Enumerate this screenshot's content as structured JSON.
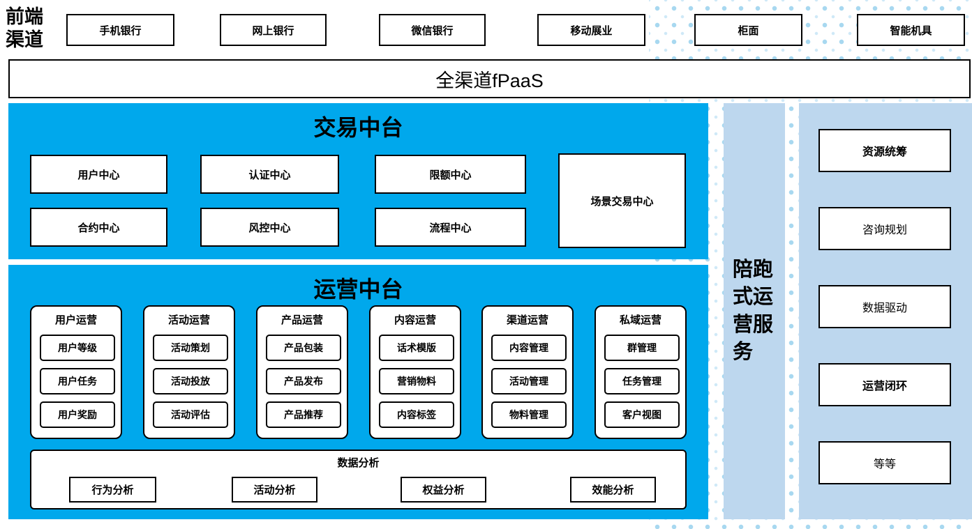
{
  "colors": {
    "platform_blue": "#00a8ec",
    "light_blue": "#bdd7ee",
    "dot_blue": "#a8d8f0",
    "box_border": "#000000"
  },
  "front_channels": {
    "label": "前端渠道",
    "items": [
      "手机银行",
      "网上银行",
      "微信银行",
      "移动展业",
      "柜面",
      "智能机具"
    ]
  },
  "fpaas": {
    "label": "全渠道fPaaS"
  },
  "transaction_platform": {
    "title": "交易中台",
    "row1": [
      "用户中心",
      "认证中心",
      "限额中心"
    ],
    "row2": [
      "合约中心",
      "风控中心",
      "流程中心"
    ],
    "tall_box": "场景交易中心"
  },
  "operation_platform": {
    "title": "运营中台",
    "columns": [
      {
        "header": "用户运营",
        "items": [
          "用户等级",
          "用户任务",
          "用户奖励"
        ]
      },
      {
        "header": "活动运营",
        "items": [
          "活动策划",
          "活动投放",
          "活动评估"
        ]
      },
      {
        "header": "产品运营",
        "items": [
          "产品包装",
          "产品发布",
          "产品推荐"
        ]
      },
      {
        "header": "内容运营",
        "items": [
          "话术模版",
          "营销物料",
          "内容标签"
        ]
      },
      {
        "header": "渠道运营",
        "items": [
          "内容管理",
          "活动管理",
          "物料管理"
        ]
      },
      {
        "header": "私域运营",
        "items": [
          "群管理",
          "任务管理",
          "客户视图"
        ]
      }
    ],
    "analysis": {
      "title": "数据分析",
      "items": [
        "行为分析",
        "活动分析",
        "权益分析",
        "效能分析"
      ]
    }
  },
  "side_band": {
    "label": "陪跑式运营服务"
  },
  "right_panel": {
    "items": [
      {
        "label": "资源统筹",
        "bold": true
      },
      {
        "label": "咨询规划",
        "bold": false
      },
      {
        "label": "数据驱动",
        "bold": false
      },
      {
        "label": "运营闭环",
        "bold": true
      },
      {
        "label": "等等",
        "bold": false
      }
    ]
  }
}
